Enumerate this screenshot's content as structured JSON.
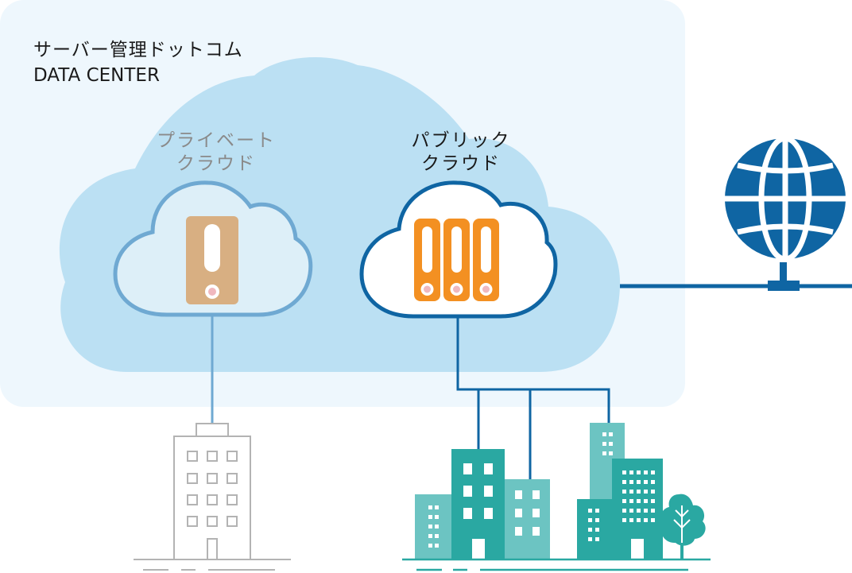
{
  "datacenter": {
    "title": "サーバー管理ドットコム",
    "subtitle": "DATA CENTER"
  },
  "private_cloud": {
    "label_line1": "プライベート",
    "label_line2": "クラウド"
  },
  "public_cloud": {
    "label_line1": "パブリック",
    "label_line2": "クラウド"
  },
  "colors": {
    "panel_bg": "#EEF7FD",
    "big_cloud": "#BBE0F3",
    "private_cloud_fill": "#DDEFF8",
    "private_cloud_stroke": "#6FA9D2",
    "public_cloud_fill": "#FFFFFF",
    "public_cloud_stroke": "#0F65A3",
    "private_server": "#D8AF82",
    "public_server": "#F39022",
    "globe": "#0F65A3",
    "buildings_dark": "#2AA8A2",
    "buildings_light": "#6CC4C2",
    "office_gray": "#B3B3B3"
  },
  "icons": [
    "globe-icon",
    "server-icon",
    "building-icon",
    "tree-icon"
  ]
}
